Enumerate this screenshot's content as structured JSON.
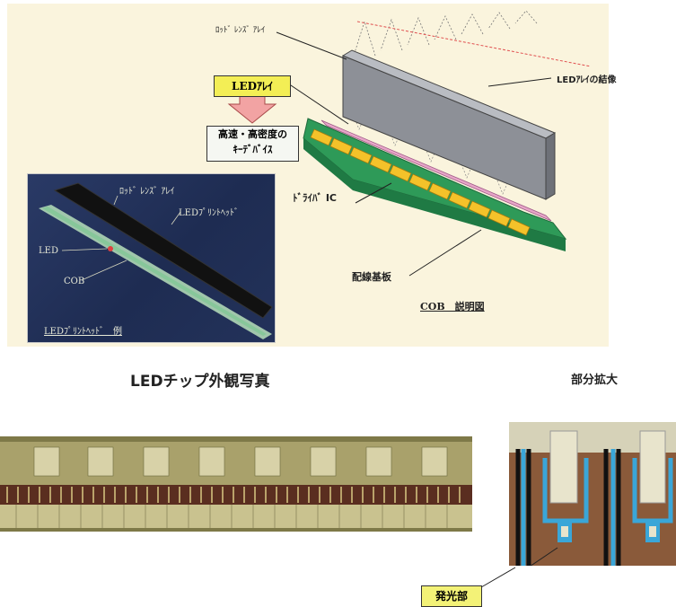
{
  "diagram": {
    "rod_lens_array_label": "ﾛｯﾄﾞ ﾚﾝｽﾞ ｱﾚｲ",
    "led_array_image_label": "LEDｱﾚｲの結像",
    "led_array_box_label": "LEDｱﾚｲ",
    "callout_line1": "高速・高密度の",
    "callout_line2": "ｷｰﾃﾞﾊﾞｲｽ",
    "driver_ic_label": "ﾄﾞﾗｲﾊﾞ IC",
    "wiring_board_label": "配線基板",
    "cob_caption": "COB　説明図"
  },
  "photo": {
    "rod_lens_label": "ﾛｯﾄﾞ ﾚﾝｽﾞ ｱﾚｲ",
    "print_head_label": "LEDﾌﾟﾘﾝﾄﾍｯﾄﾞ",
    "led_label": "LED",
    "cob_label": "COB",
    "caption": "LEDﾌﾟﾘﾝﾄﾍｯﾄﾞ　例"
  },
  "chip_section": {
    "title": "LEDチップ外観写真",
    "zoom_title": "部分拡大",
    "emitter_label": "発光部"
  },
  "colors": {
    "panel_bg": "#faf4dd",
    "board_green": "#2e9a58",
    "ic_yellow": "#f4c22a",
    "led_strip": "#e7a6c8",
    "lens_gray": "#8d9097",
    "highlight_yellow": "#f3ee55",
    "arrow_pink": "#f2a3a3",
    "emitter_yellow": "#f3f277"
  }
}
